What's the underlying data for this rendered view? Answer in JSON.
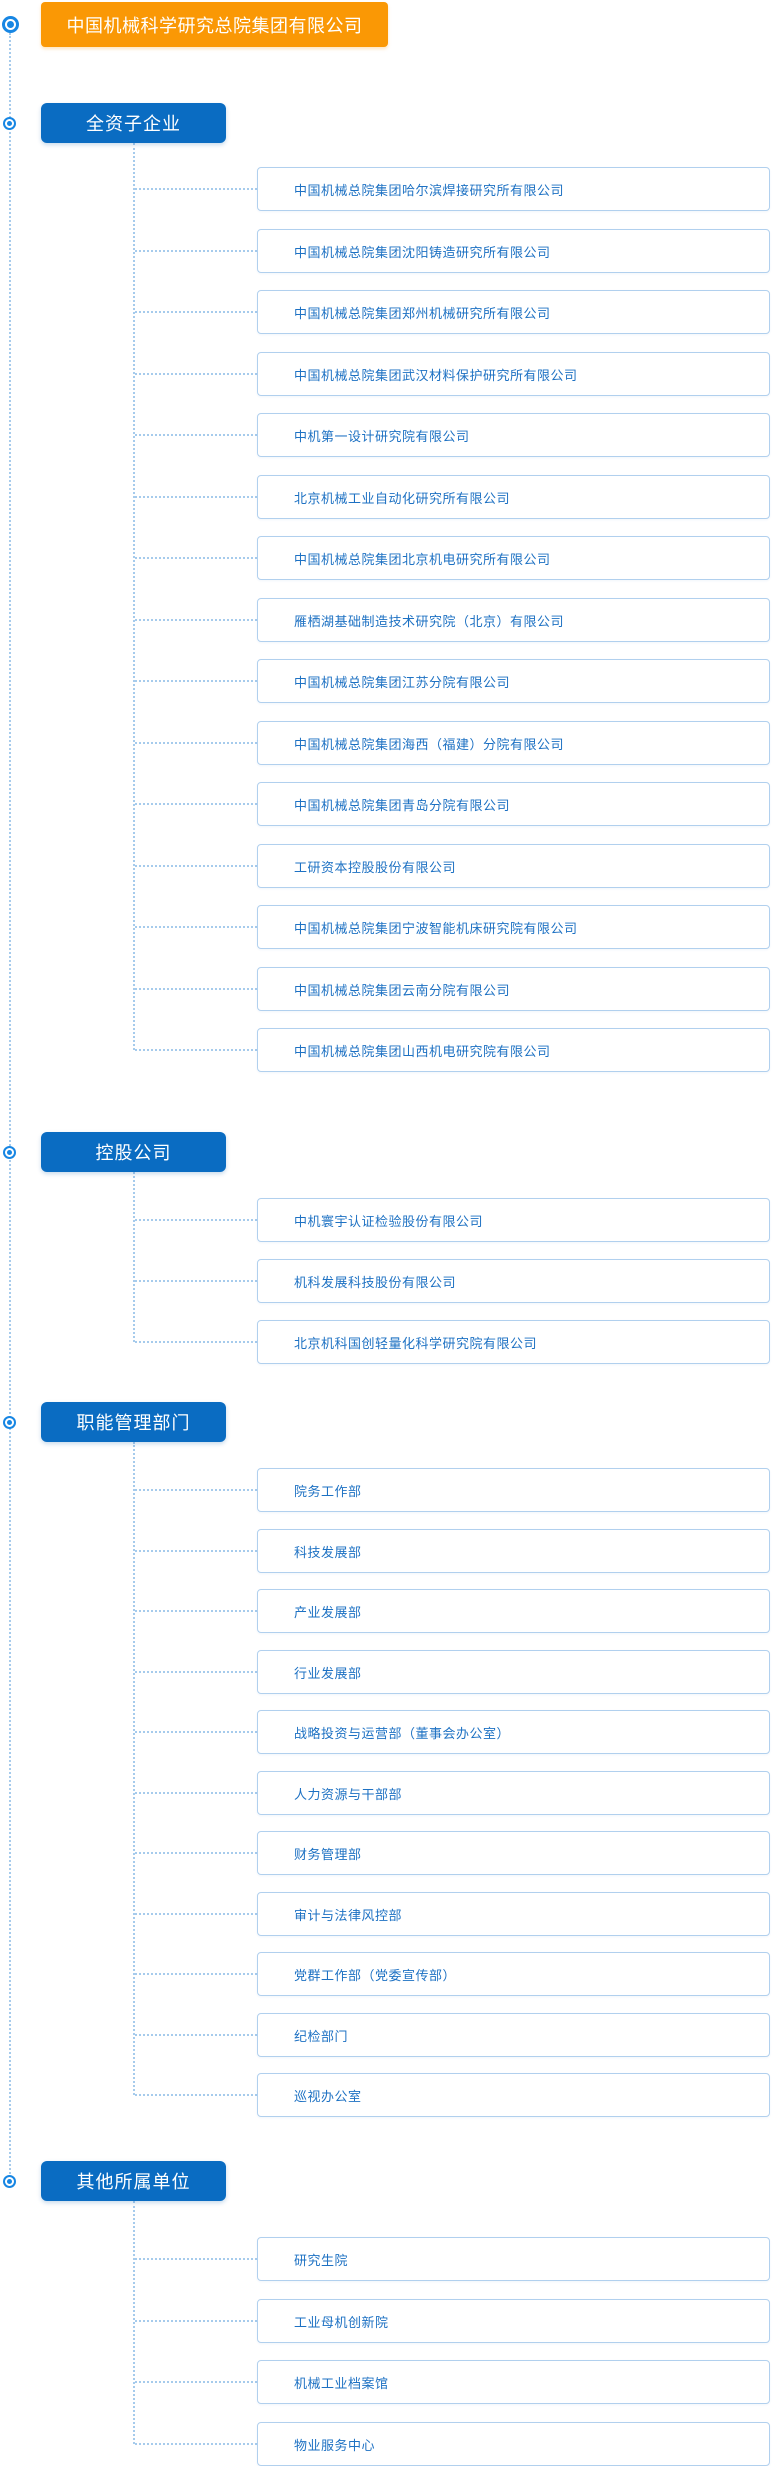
{
  "root": {
    "title": "中国机械科学研究总院集团有限公司"
  },
  "sections": [
    {
      "label": "全资子企业",
      "items": [
        "中国机械总院集团哈尔滨焊接研究所有限公司",
        "中国机械总院集团沈阳铸造研究所有限公司",
        "中国机械总院集团郑州机械研究所有限公司",
        "中国机械总院集团武汉材料保护研究所有限公司",
        "中机第一设计研究院有限公司",
        "北京机械工业自动化研究所有限公司",
        "中国机械总院集团北京机电研究所有限公司",
        "雁栖湖基础制造技术研究院（北京）有限公司",
        "中国机械总院集团江苏分院有限公司",
        "中国机械总院集团海西（福建）分院有限公司",
        "中国机械总院集团青岛分院有限公司",
        "工研资本控股股份有限公司",
        "中国机械总院集团宁波智能机床研究院有限公司",
        "中国机械总院集团云南分院有限公司",
        "中国机械总院集团山西机电研究院有限公司"
      ]
    },
    {
      "label": "控股公司",
      "items": [
        "中机寰宇认证检验股份有限公司",
        "机科发展科技股份有限公司",
        "北京机科国创轻量化科学研究院有限公司"
      ]
    },
    {
      "label": "职能管理部门",
      "items": [
        "院务工作部",
        "科技发展部",
        "产业发展部",
        "行业发展部",
        "战略投资与运营部（董事会办公室）",
        "人力资源与干部部",
        "财务管理部",
        "审计与法律风控部",
        "党群工作部（党委宣传部）",
        "纪检部门",
        "巡视办公室"
      ]
    },
    {
      "label": "其他所属单位",
      "items": [
        "研究生院",
        "工业母机创新院",
        "机械工业档案馆",
        "物业服务中心"
      ]
    }
  ],
  "colors": {
    "orange_header": "#fa9805",
    "category_blue": "#0a6cc2",
    "bullet_blue": "#1786e3",
    "connector_blue": "#a6cbec",
    "item_border_blue": "#b1d0ee",
    "item_text_blue": "#1d71c3"
  }
}
